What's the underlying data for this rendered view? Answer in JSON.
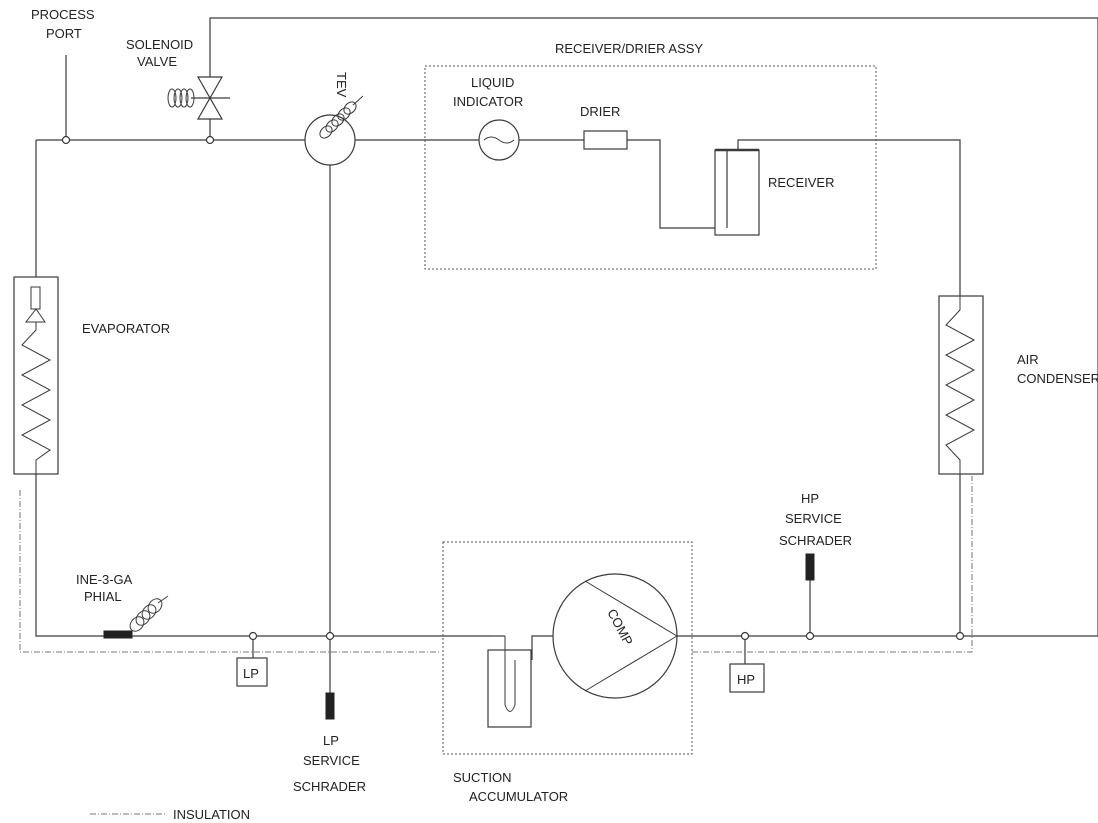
{
  "labels": {
    "process_port": [
      "PROCESS",
      "PORT"
    ],
    "solenoid_valve": [
      "SOLENOID",
      "VALVE"
    ],
    "tev": "TEV",
    "receiver_drier_assy": "RECEIVER/DRIER ASSY",
    "liquid_indicator": [
      "LIQUID",
      "INDICATOR"
    ],
    "drier": "DRIER",
    "receiver": "RECEIVER",
    "evaporator": "EVAPORATOR",
    "air_condenser": [
      "AIR",
      "CONDENSER"
    ],
    "hp_service_schrader": [
      "HP",
      "SERVICE",
      "SCHRADER"
    ],
    "phial": [
      "INE-3-GA",
      "PHIAL"
    ],
    "lp": "LP",
    "hp": "HP",
    "comp": "COMP",
    "lp_service_schrader": [
      "LP",
      "SERVICE",
      "SCHRADER"
    ],
    "suction_accumulator": [
      "SUCTION",
      "ACCUMULATOR"
    ],
    "insulation": "INSULATION"
  }
}
